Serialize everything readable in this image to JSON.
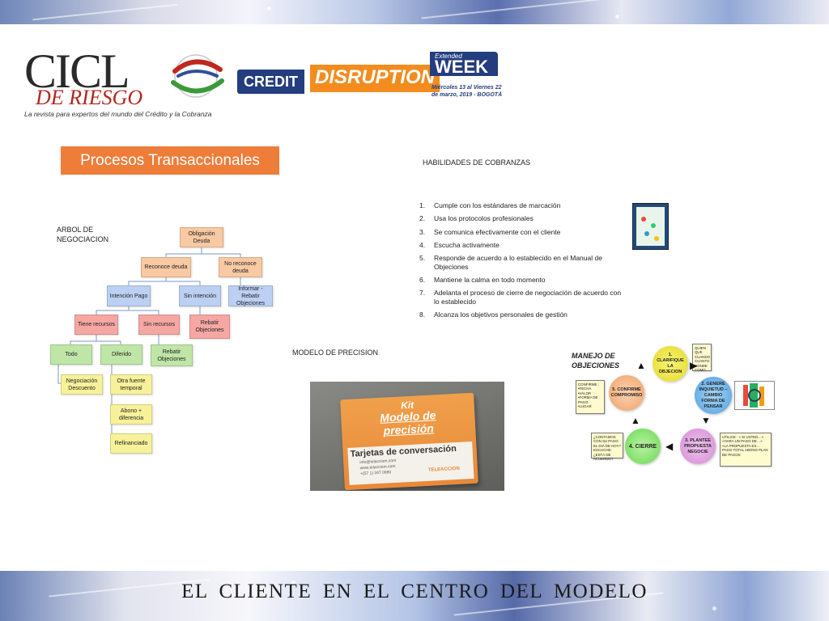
{
  "logos": {
    "ciclo": {
      "word": "CICL",
      "subword": "DE RIESGO",
      "tagline": "La revista para expertos del mundo del Crédito y la Cobranza"
    },
    "credit_disruption": {
      "credit": "CREDIT",
      "disruption": "DISRUPTION",
      "extended": "Extended",
      "week": "WEEK",
      "dates_line1": "Miércoles 13 al Viernes 22",
      "dates_line2": "de marzo, 2019 - BOGOTÁ"
    }
  },
  "section_title": "Procesos Transaccionales",
  "arbol": {
    "label_line1": "ARBOL DE",
    "label_line2": "NEGOCIACION",
    "nodes": {
      "obligacion": "Obligación Deuda",
      "reconoce": "Reconoce deuda",
      "no_reconoce": "No reconoce deuda",
      "intencion": "Intención Pago",
      "sin_intencion": "Sin intención",
      "informar": "Informar -Rebatir Objeciones",
      "tiene_recursos": "Tiene recursos",
      "sin_recursos": "Sin recursos",
      "rebatir_1": "Rebatir Objeciones",
      "todo": "Todo",
      "diferido": "Diferido",
      "rebatir_2": "Rebatir Objeciones",
      "negociacion": "Negociación Descuento",
      "otra_fuente": "Otra fuente temporal",
      "abono": "Abono + diferencia",
      "refinanciado": "Refinanciado"
    }
  },
  "habilidades": {
    "title": "HABILIDADES DE COBRANZAS",
    "items": [
      {
        "num": "1.",
        "text": "Cumple con los estándares de marcación"
      },
      {
        "num": "2.",
        "text": "Usa los protocolos profesionales"
      },
      {
        "num": "3.",
        "text": "Se comunica efectivamente con el cliente"
      },
      {
        "num": "4.",
        "text": "Escucha activamente"
      },
      {
        "num": "5.",
        "text": "Responde de acuerdo a lo establecido en el Manual de Objeciones"
      },
      {
        "num": "6.",
        "text": "Mantiene la calma en todo momento"
      },
      {
        "num": "7.",
        "text": "Adelanta el proceso de cierre de negociación de acuerdo con lo establecido"
      },
      {
        "num": "8.",
        "text": "Alcanza los objetivos personales de gestión"
      }
    ]
  },
  "modelo": {
    "title": "MODELO DE PRECISION",
    "kit_line1": "Kit",
    "kit_line2": "Modelo de",
    "kit_line3": "precisión",
    "kit_subtitle": "Tarjetas de conversación",
    "contact_1": "info@telacciom.com",
    "contact_2": "www.telacciom.com",
    "contact_3": "+(57 1) 347 0980",
    "brand": "TELEACCION"
  },
  "manejo": {
    "title_line1": "MANEJO DE",
    "title_line2": "OBJECIONES",
    "steps": {
      "s1": "1. CLARIFIQUE LA OBJECION",
      "s2": "2. GENERE INQUIETUD – CAMBIO FORMA DE PENSAR",
      "s3": "3. PLANTEE PROPUESTA NEGOCIE",
      "s4": "4. CIERRE",
      "s5": "5. CONFIRME COMPROMISO"
    },
    "notes": {
      "n1": "QUIEN QUE CUANDO CUANTO DONDE COMO",
      "n2": "CONFIRME : •FECHA •VALOR •FORMA DE PAGO •LUGAR",
      "n3": "¿CONTAMOS CON SU PAGO EL DIA DE HOY? ESCUCHE: ¿ESTÁ DE ACUERDO?",
      "n4": "UTILICE : « SI USTED…» «HARA UN PAGO DE…» «LA PROPUESTA ES… PAGO TOTAL ABONO PLAN DE PAGOS"
    }
  },
  "footer": {
    "title": "EL CLIENTE  EN  EL  CENTRO  DEL  MODELO"
  },
  "colors": {
    "accent_orange": "#ee7d3a",
    "navy": "#243d7e"
  }
}
